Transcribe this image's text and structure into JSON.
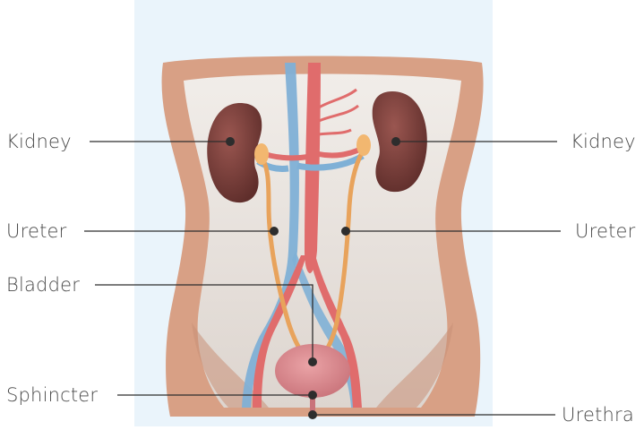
{
  "labels": {
    "left_kidney": "Kidney",
    "right_kidney": "Kidney",
    "left_ureter": "Ureter",
    "right_ureter": "Ureter",
    "bladder": "Bladder",
    "sphincter": "Sphincter",
    "urethra": "Urethra"
  },
  "colors": {
    "background_panel": "#eaf4fb",
    "skin": "#d9a58a",
    "skin_shadow": "#b97a63",
    "cavity": "#e9e5e2",
    "kidney": "#7b3f3b",
    "vein": "#7fb0d6",
    "artery": "#e06c6c",
    "ureter": "#e8a35c",
    "bladder": "#d88a8f",
    "leader_line": "#2d2d2d",
    "dot": "#2d2d2d",
    "label_text": "#4a4a4a"
  }
}
